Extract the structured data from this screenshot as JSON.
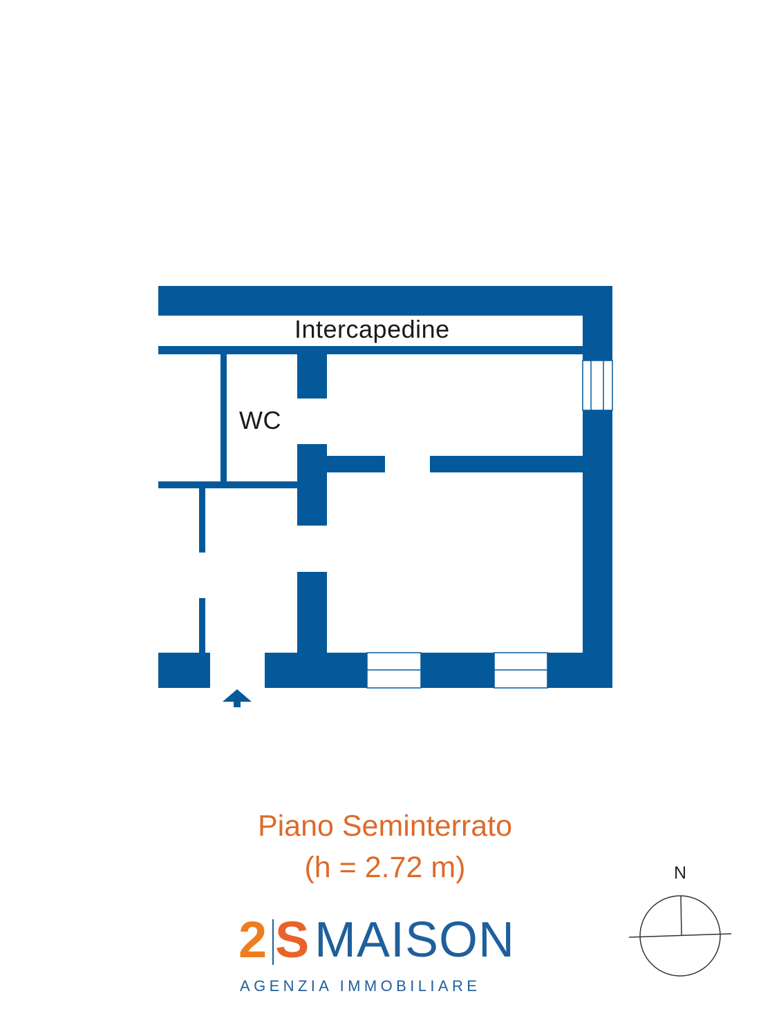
{
  "rooms": {
    "intercapedine": "Intercapedine",
    "wc": "WC"
  },
  "caption": {
    "floor_name": "Piano Seminterrato",
    "height": "(h = 2.72 m)"
  },
  "logo": {
    "mark_left": "2",
    "mark_right": "S",
    "brand": "MAISON",
    "tagline": "AGENZIA IMMOBILIARE"
  },
  "compass": {
    "north_label": "N"
  },
  "icons": {
    "entrance": "up-arrow-icon",
    "compass": "compass-rose-icon"
  },
  "colors": {
    "walls": "#03599a",
    "caption": "#de6a2a",
    "brand_blue": "#1f5f9c",
    "brand_orange": "#ee7d22"
  }
}
